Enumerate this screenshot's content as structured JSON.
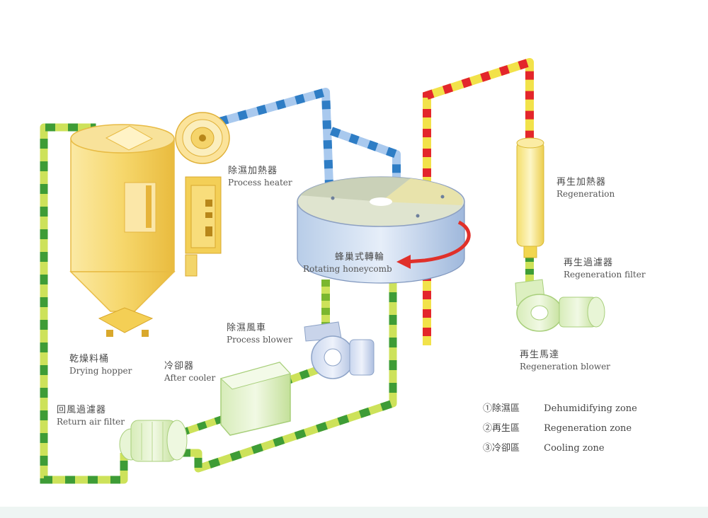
{
  "labels": {
    "process_heater": {
      "cn": "除濕加熱器",
      "en": "Process heater"
    },
    "regeneration": {
      "cn": "再生加熱器",
      "en": "Regeneration"
    },
    "regeneration_filter": {
      "cn": "再生過濾器",
      "en": "Regeneration filter"
    },
    "rotating_honeycomb": {
      "cn": "蜂巢式轉輪",
      "en": "Rotating honeycomb"
    },
    "process_blower": {
      "cn": "除濕風車",
      "en": "Process blower"
    },
    "drying_hopper": {
      "cn": "乾燥料桶",
      "en": "Drying hopper"
    },
    "after_cooler": {
      "cn": "冷卻器",
      "en": "After cooler"
    },
    "regeneration_blower": {
      "cn": "再生馬達",
      "en": "Regeneration blower"
    },
    "return_air_filter": {
      "cn": "回風過濾器",
      "en": "Return air filter"
    }
  },
  "legend": [
    {
      "cn": "①除濕區",
      "en": "Dehumidifying zone"
    },
    {
      "cn": "②再生區",
      "en": "Regeneration zone"
    },
    {
      "cn": "③冷卻區",
      "en": "Cooling zone"
    }
  ],
  "colors": {
    "process_dashes": "#2e7dc5",
    "process_pipe": "#a9c9ee",
    "regen_dashes": "#e3262b",
    "regen_pipe": "#f2e24a",
    "return_dashes": "#3e9c36",
    "return_pipe": "#cde25a",
    "hopper": "#f6d76c",
    "honeycomb": "#c8d9f2",
    "rotation_arrow": "#e0302a"
  }
}
